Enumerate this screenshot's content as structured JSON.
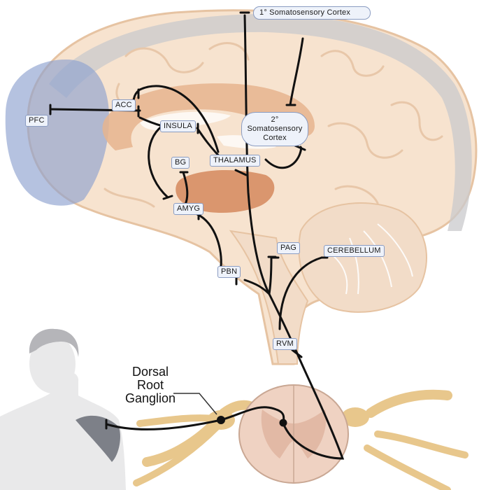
{
  "regions": {
    "pfc": "PFC",
    "acc": "ACC",
    "insula": "INSULA",
    "thalamus": "THALAMUS",
    "bg": "BG",
    "amyg": "AMYG",
    "s1": "1° Somatosensory Cortex",
    "s2": [
      "2°",
      "Somatosensory",
      "Cortex"
    ],
    "pag": "PAG",
    "cerebellum": "CEREBELLUM",
    "pbn": "PBN",
    "rvm": "RVM"
  },
  "drg": [
    "Dorsal",
    "Root",
    "Ganglion"
  ],
  "colors": {
    "brain_fill": "#f7e3cf",
    "brain_outline": "#e6c3a2",
    "cortex_band": "#c9c9cc",
    "pfc_overlay": "#8ea2cf",
    "limbic": "#e6b48e",
    "amygdala": "#d5885d",
    "pathway": "#111111",
    "label_bg": "#eef2fa",
    "label_border": "#8a9cc2",
    "spinal_nerve": "#e8c78c",
    "spinal_cord": "#efd2c2",
    "body_skin": "#e9e9ea",
    "shoulder_injury": "#7d8088"
  }
}
